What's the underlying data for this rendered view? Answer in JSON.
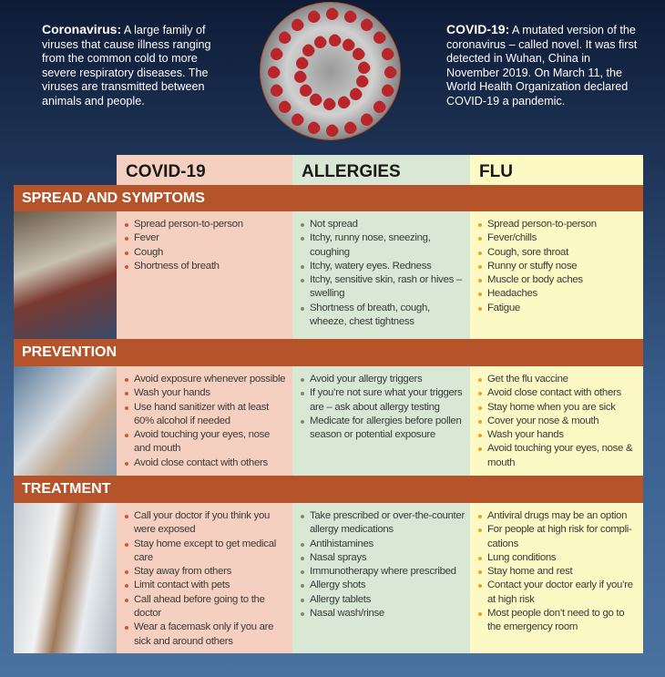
{
  "intro": {
    "left_term": "Coronavirus:",
    "left_text": " A large family of viruses that cause illness ranging from the common cold to more severe respiratory diseases. The viruses are transmitted between animals and people.",
    "right_term": "COVID-19:",
    "right_text": " A mutated version of the coronavirus – called novel. It was first detected in Wuhan, China in November 2019. On March 11, the World Health Organization declared COVID-19 a pandemic."
  },
  "columns": [
    "COVID-19",
    "ALLERGIES",
    "FLU"
  ],
  "sections": [
    {
      "title": "SPREAD AND SYMPTOMS",
      "covid": [
        "Spread person-to-person",
        "Fever",
        "Cough",
        "Shortness of breath"
      ],
      "allergies": [
        "Not spread",
        "Itchy, runny nose, sneezing, coughing",
        "Itchy, watery eyes. Redness",
        "Itchy, sensitive skin, rash or hives – swelling",
        "Shortness of breath, cough, wheeze, chest tightness"
      ],
      "flu": [
        "Spread person-to-person",
        "Fever/chills",
        "Cough, sore throat",
        "Runny or stuffy nose",
        "Muscle or body aches",
        "Headaches",
        "Fatigue"
      ]
    },
    {
      "title": "PREVENTION",
      "covid": [
        "Avoid exposure whenever possible",
        "Wash your hands",
        "Use hand sanitizer with at least 60% alcohol if needed",
        "Avoid touching your eyes, nose and mouth",
        "Avoid close contact with others"
      ],
      "allergies": [
        "Avoid your allergy triggers",
        "If you’re not sure what your triggers are – ask about allergy testing",
        "Medicate for allergies before pollen season or potential exposure"
      ],
      "flu": [
        "Get the flu vaccine",
        "Avoid close contact with others",
        "Stay home when you are sick",
        "Cover your nose & mouth",
        "Wash your hands",
        "Avoid touching your eyes, nose & mouth"
      ]
    },
    {
      "title": "TREATMENT",
      "covid": [
        "Call your doctor if you think you were exposed",
        "Stay home except to get medical care",
        "Stay away from others",
        "Limit contact with pets",
        "Call ahead before going to the doctor",
        "Wear a facemask only if you are sick and around others"
      ],
      "allergies": [
        "Take prescribed or over-the-counter allergy medications",
        "Antihistamines",
        "Nasal sprays",
        "Immunotherapy where prescribed",
        "Allergy shots",
        "Allergy tablets",
        "Nasal wash/rinse"
      ],
      "flu": [
        "Antiviral drugs may be an option",
        "For people at high risk for compli-cations",
        "Lung conditions",
        "Stay home and rest",
        "Contact your doctor early if you’re at high risk",
        "Most people don’t need to go to the emergency room"
      ]
    }
  ]
}
